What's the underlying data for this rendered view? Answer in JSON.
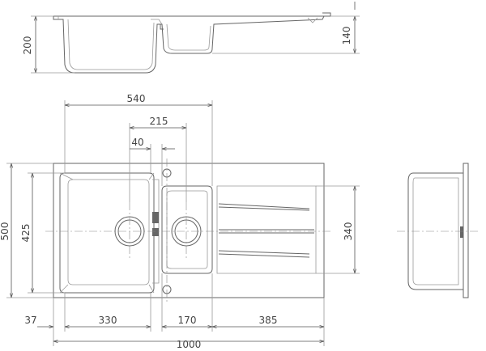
{
  "dimensions": {
    "side_depth_left": "200",
    "side_depth_right": "140",
    "width_540": "540",
    "width_215": "215",
    "width_40": "40",
    "height_500": "500",
    "height_425": "425",
    "height_340": "340",
    "bottom_37": "37",
    "bottom_330": "330",
    "bottom_170": "170",
    "bottom_385": "385",
    "total_1000": "1000"
  }
}
